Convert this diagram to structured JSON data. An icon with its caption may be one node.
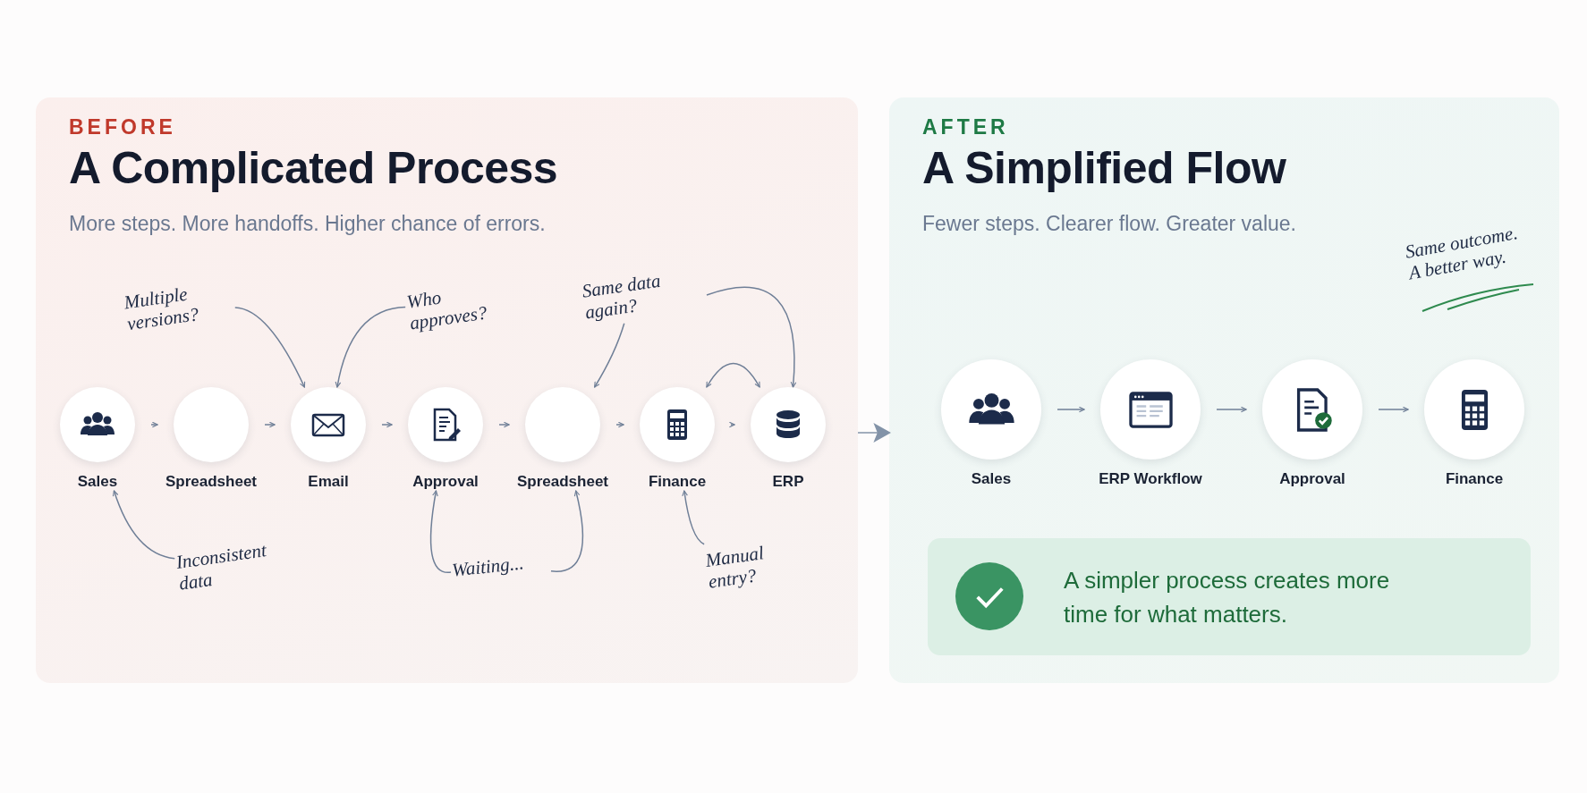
{
  "diagram": {
    "nodes": [
      {
        "text": [
          "BEFORE",
          "A Complicated Process",
          "More steps. More handoffs. Higher chance of errors."
        ]
      },
      {
        "text": [
          "Multiple versions?"
        ],
        "in": 0
      },
      {
        "text": [
          "Who approves?"
        ],
        "in": 0
      },
      {
        "text": [
          "Same data again?"
        ],
        "in": 0
      },
      {
        "text": [
          "Sales"
        ],
        "in": 0
      },
      {
        "text": [
          "Spreadsheet"
        ],
        "in": 0
      },
      {
        "text": [
          "Email"
        ],
        "in": 0
      },
      {
        "text": [
          "Approval"
        ],
        "in": 0
      },
      {
        "text": [
          "Spreadsheet"
        ],
        "in": 0
      },
      {
        "text": [
          "Finance"
        ],
        "in": 0
      },
      {
        "text": [
          "ERP"
        ],
        "in": 0
      },
      {
        "text": [
          "Inconsistent data"
        ],
        "in": 0
      },
      {
        "text": [
          "Waiting..."
        ],
        "in": 0
      },
      {
        "text": [
          "Manual entry?"
        ],
        "in": 0
      },
      {
        "text": [
          "AFTER",
          "A Simplified Flow",
          "Fewer steps. Clearer flow. Greater value."
        ]
      },
      {
        "text": [
          "Sales"
        ],
        "in": 14
      },
      {
        "text": [
          "ERP Workflow"
        ],
        "in": 14
      },
      {
        "text": [
          "Approval"
        ],
        "in": 14
      },
      {
        "text": [
          "Finance"
        ],
        "in": 14
      },
      {
        "text": [
          "A simpler process creates more time for what matters."
        ],
        "in": 14
      }
    ],
    "edges": [
      {
        "from": 4,
        "to": 5,
        "arrow": "to"
      },
      {
        "from": 5,
        "to": 6,
        "arrow": "to"
      },
      {
        "from": 6,
        "to": 7,
        "arrow": "to"
      },
      {
        "from": 7,
        "to": 8,
        "arrow": "to"
      },
      {
        "from": 8,
        "to": 9,
        "arrow": "to"
      },
      {
        "from": 9,
        "to": 10,
        "arrow": "to"
      },
      {
        "from": 1,
        "to": 6,
        "arrow": "to"
      },
      {
        "from": 2,
        "to": 6,
        "arrow": "to"
      },
      {
        "from": 3,
        "to": 8,
        "arrow": "to"
      },
      {
        "from": null,
        "to": 10,
        "arrow": "to"
      },
      {
        "from": 9,
        "to": 10,
        "arrow": "both"
      },
      {
        "from": 11,
        "to": 4,
        "arrow": "to"
      },
      {
        "from": 12,
        "to": 7,
        "arrow": "to"
      },
      {
        "from": 12,
        "to": 8,
        "arrow": "to"
      },
      {
        "from": 13,
        "to": 9,
        "arrow": "to"
      },
      {
        "from": 0,
        "to": 14,
        "arrow": "to"
      },
      {
        "from": 15,
        "to": 16,
        "arrow": "to"
      },
      {
        "from": 16,
        "to": 17,
        "arrow": "to"
      },
      {
        "from": 17,
        "to": 18,
        "arrow": "to"
      }
    ],
    "labels": [
      "Same outcome. A better way."
    ]
  }
}
